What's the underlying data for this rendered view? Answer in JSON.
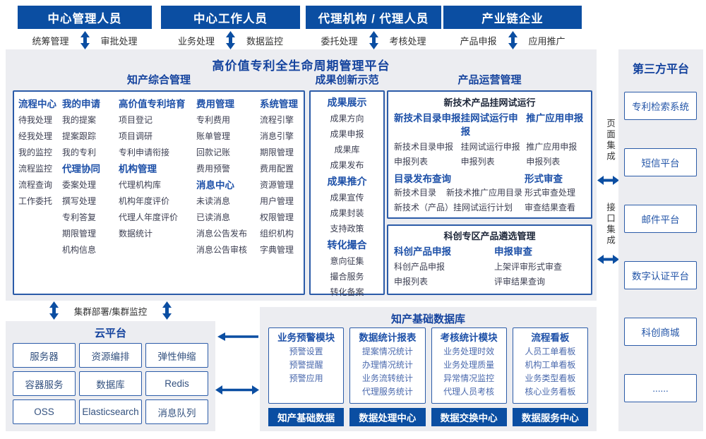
{
  "colors": {
    "primary": "#0B4EA2",
    "panel_bg": "#ECEDF1",
    "box_border": "#2B5BA8",
    "heading_blue": "#1D50A8",
    "title_blue": "#14439E"
  },
  "actors": [
    {
      "name": "中心管理人员",
      "left": "统筹管理",
      "right": "审批处理"
    },
    {
      "name": "中心工作人员",
      "left": "业务处理",
      "right": "数据监控"
    },
    {
      "name": "代理机构 / 代理人员",
      "left": "委托处理",
      "right": "考核处理"
    },
    {
      "name": "产业链企业",
      "left": "产品申报",
      "right": "应用推广"
    }
  ],
  "platform": {
    "title": "高价值专利全生命周期管理平台"
  },
  "sections": {
    "ip_mgmt": {
      "title": "知产综合管理",
      "columns": [
        {
          "entries": [
            {
              "h": 1,
              "t": "流程中心"
            },
            {
              "t": "待我处理"
            },
            {
              "t": "经我处理"
            },
            {
              "t": "我的监控"
            },
            {
              "t": "流程监控"
            },
            {
              "t": "流程查询"
            },
            {
              "t": "工作委托"
            }
          ]
        },
        {
          "entries": [
            {
              "h": 1,
              "t": "我的申请"
            },
            {
              "t": "我的提案"
            },
            {
              "t": "提案跟踪"
            },
            {
              "t": "我的专利"
            },
            {
              "h": 1,
              "t": "代理协同"
            },
            {
              "t": "委案处理"
            },
            {
              "t": "撰写处理"
            },
            {
              "t": "专利答复"
            },
            {
              "t": "期限管理"
            },
            {
              "t": "机构信息"
            }
          ]
        },
        {
          "entries": [
            {
              "h": 1,
              "t": "高价值专利培育"
            },
            {
              "t": "项目登记"
            },
            {
              "t": "项目调研"
            },
            {
              "t": "专利申请衔接"
            },
            {
              "h": 1,
              "t": "机构管理"
            },
            {
              "t": "代理机构库"
            },
            {
              "t": "机构年度评价"
            },
            {
              "t": "代理人年度评价"
            },
            {
              "t": "数据统计"
            }
          ]
        },
        {
          "entries": [
            {
              "h": 1,
              "t": "费用管理"
            },
            {
              "t": "专利费用"
            },
            {
              "t": "账单管理"
            },
            {
              "t": "回款记账"
            },
            {
              "t": "费用预警"
            },
            {
              "h": 1,
              "t": "消息中心"
            },
            {
              "t": "未读消息"
            },
            {
              "t": "已读消息"
            },
            {
              "t": "消息公告发布"
            },
            {
              "t": "消息公告审核"
            }
          ]
        },
        {
          "entries": [
            {
              "h": 1,
              "t": "系统管理"
            },
            {
              "t": "流程引擎"
            },
            {
              "t": "消息引擎"
            },
            {
              "t": "期限管理"
            },
            {
              "t": "费用配置"
            },
            {
              "t": "资源管理"
            },
            {
              "t": "用户管理"
            },
            {
              "t": "权限管理"
            },
            {
              "t": "组织机构"
            },
            {
              "t": "字典管理"
            }
          ]
        }
      ]
    },
    "achievement": {
      "title": "成果创新示范",
      "entries": [
        {
          "h": 1,
          "t": "成果展示"
        },
        {
          "t": "成果方向"
        },
        {
          "t": "成果申报"
        },
        {
          "t": "成果库"
        },
        {
          "t": "成果发布"
        },
        {
          "h": 1,
          "t": "成果推介"
        },
        {
          "t": "成果宣传"
        },
        {
          "t": "成果封装"
        },
        {
          "t": "支持政策"
        },
        {
          "h": 1,
          "t": "转化撮合"
        },
        {
          "t": "意向征集"
        },
        {
          "t": "撮合服务"
        },
        {
          "t": "转化备案"
        }
      ]
    },
    "product_ops": {
      "title": "产品运营管理",
      "trial": {
        "title": "新技术产品挂网试运行",
        "groups": [
          {
            "head": "新技术目录申报",
            "items": [
              "新技术目录申报",
              "申报列表"
            ]
          },
          {
            "head": "挂网试运行申报",
            "items": [
              "挂网试运行申报",
              "申报列表"
            ]
          },
          {
            "head": "推广应用申报",
            "items": [
              "推广应用申报",
              "申报列表"
            ]
          }
        ],
        "catalog": {
          "head": "目录发布查询",
          "row1": [
            "新技术目录",
            "新技术推广应用目录"
          ],
          "row2": "新技术（产品）挂网试运行计划"
        },
        "review": {
          "head": "形式审查",
          "items": [
            "形式审查处理",
            "审查结果查看"
          ]
        }
      },
      "selection": {
        "title": "科创专区产品遴选管理",
        "groups": [
          {
            "head": "科创产品申报",
            "items": [
              "科创产品申报",
              "申报列表"
            ]
          },
          {
            "head": "申报审查",
            "items": [
              "上架评审形式审查",
              "评审结果查询"
            ]
          }
        ]
      }
    }
  },
  "cluster_label": "集群部署/集群监控",
  "cloud": {
    "title": "云平台",
    "boxes": [
      "服务器",
      "资源编排",
      "弹性伸缩",
      "容器服务",
      "数据库",
      "Redis",
      "OSS",
      "Elasticsearch",
      "消息队列"
    ]
  },
  "database": {
    "title": "知产基础数据库",
    "modules": [
      {
        "head": "业务预警模块",
        "items": [
          "预警设置",
          "预警提醒",
          "预警应用"
        ]
      },
      {
        "head": "数据统计报表",
        "items": [
          "提案情况统计",
          "办理情况统计",
          "业务流转统计",
          "代理服务统计"
        ]
      },
      {
        "head": "考核统计模块",
        "items": [
          "业务处理时效",
          "业务处理质量",
          "异常情况监控",
          "代理人员考核"
        ]
      },
      {
        "head": "流程看板",
        "items": [
          "人员工单看板",
          "机构工单看板",
          "业务类型看板",
          "核心业务看板"
        ]
      }
    ],
    "centers": [
      "知产基础数据",
      "数据处理中心",
      "数据交换中心",
      "数据服务中心"
    ]
  },
  "integration": {
    "page": "页面集成",
    "api": "接口集成"
  },
  "third_party": {
    "title": "第三方平台",
    "boxes": [
      "专利检索系统",
      "短信平台",
      "邮件平台",
      "数字认证平台",
      "科创商城",
      "......"
    ]
  }
}
